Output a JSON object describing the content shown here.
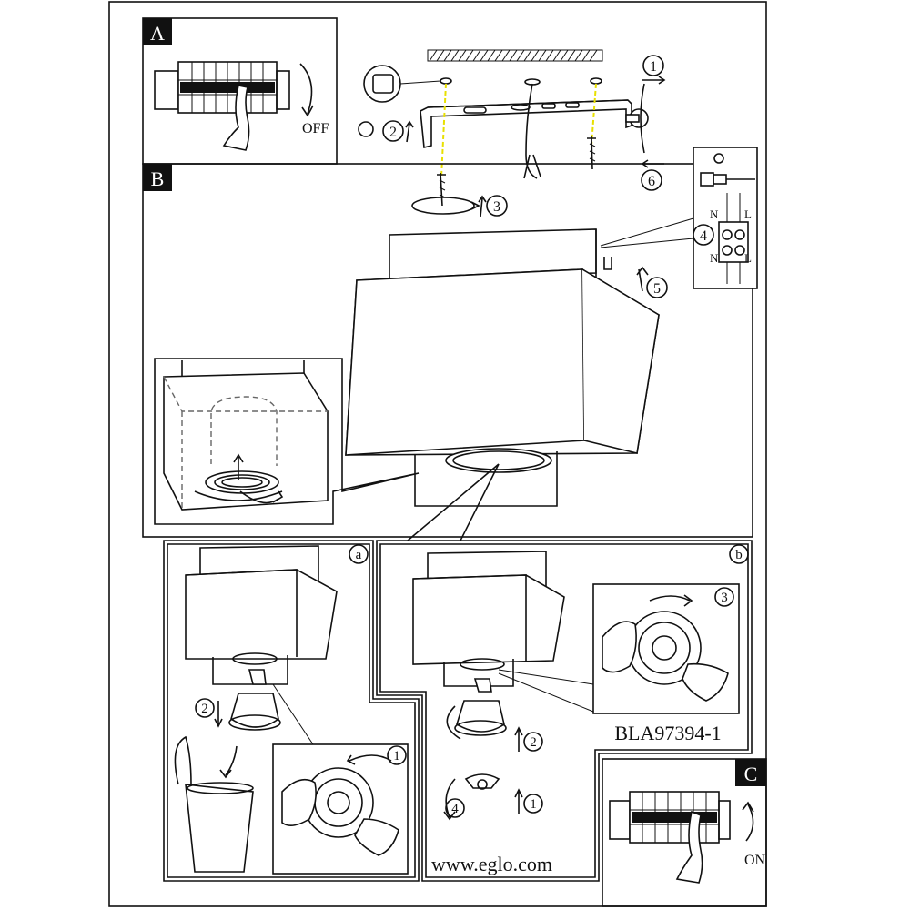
{
  "sections": {
    "a_label": "A",
    "b_label": "B",
    "c_label": "C"
  },
  "sub_panels": {
    "a_label": "a",
    "b_label": "b"
  },
  "states": {
    "off": "OFF",
    "on": "ON"
  },
  "steps": {
    "s1": "1",
    "s2": "2",
    "s3": "3",
    "s4": "4",
    "s5": "5",
    "s6": "6"
  },
  "terminal": {
    "n_top": "N",
    "l_top": "L",
    "n_bottom": "N",
    "l_bottom": "L"
  },
  "model_code": "BLA97394-1",
  "website": "www.eglo.com",
  "colors": {
    "line": "#111111",
    "label_bg": "#111111",
    "guide_yellow": "#e8e000"
  }
}
